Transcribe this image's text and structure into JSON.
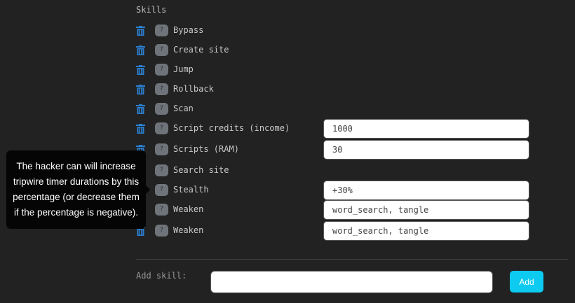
{
  "title": "Skills",
  "skills": [
    {
      "label": "Bypass"
    },
    {
      "label": "Create site"
    },
    {
      "label": "Jump"
    },
    {
      "label": "Rollback"
    },
    {
      "label": "Scan"
    },
    {
      "label": "Script credits (income)",
      "value": "1000"
    },
    {
      "label": "Scripts (RAM)",
      "value": "30"
    },
    {
      "label": "Search site"
    },
    {
      "label": "Stealth",
      "value": "+30%"
    },
    {
      "label": "Weaken",
      "value": "word_search, tangle"
    },
    {
      "label": "Weaken",
      "value": "word_search, tangle"
    }
  ],
  "badge": "?",
  "tooltip": "The hacker can will increase tripwire timer durations by this percentage (or decrease them if the percentage is negative).",
  "add": {
    "label": "Add skill:",
    "value": "",
    "button": "Add"
  }
}
